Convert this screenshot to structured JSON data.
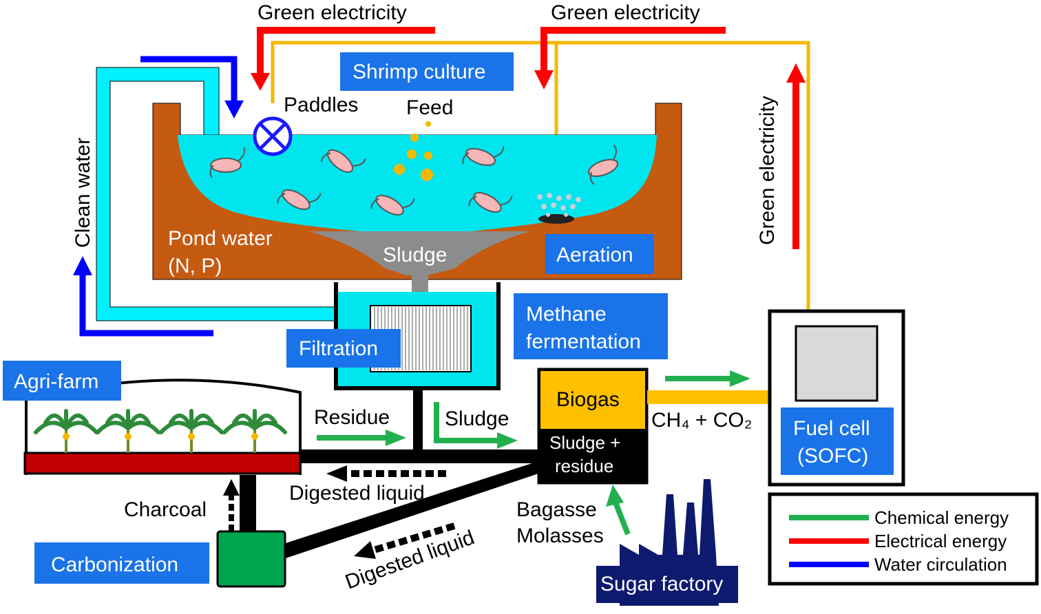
{
  "labels": {
    "green_electricity_1": "Green electricity",
    "green_electricity_2": "Green electricity",
    "green_electricity_vertical": "Green electricity",
    "shrimp_culture": "Shrimp culture",
    "paddles": "Paddles",
    "feed": "Feed",
    "clean_water": "Clean water",
    "pond_water_line1": "Pond water",
    "pond_water_line2": "(N, P)",
    "sludge_pond": "Sludge",
    "aeration": "Aeration",
    "methane_line1": "Methane",
    "methane_line2": "fermentation",
    "filtration": "Filtration",
    "agri_farm": "Agri-farm",
    "residue": "Residue",
    "sludge_flow": "Sludge",
    "biogas": "Biogas",
    "sludge_residue_line1": "Sludge +",
    "sludge_residue_line2": "residue",
    "ch4_co2": "CH₄ + CO₂",
    "fuel_cell_line1": "Fuel cell",
    "fuel_cell_line2": "(SOFC)",
    "digested_liquid_upper": "Digested liquid",
    "digested_liquid_lower": "Digested liquid",
    "charcoal": "Charcoal",
    "carbonization": "Carbonization",
    "bagasse": "Bagasse",
    "molasses": "Molasses",
    "sugar_factory": "Sugar factory"
  },
  "legend": [
    {
      "label": "Chemical energy",
      "color": "#22b04e"
    },
    {
      "label": "Electrical energy",
      "color": "#ff0000"
    },
    {
      "label": "Water circulation",
      "color": "#0000ff"
    }
  ],
  "colors": {
    "label_box": "#1a73e8",
    "pond_soil": "#c55a11",
    "water": "#00e5ee",
    "sludge": "#8c8c8c",
    "electric_line": "#f5b800",
    "biogas": "#ffc000",
    "farm_bed": "#c00000",
    "carbonizer": "#00a550",
    "factory": "#0d1a6e",
    "fuel_cell_inner": "#d9d9d9"
  }
}
